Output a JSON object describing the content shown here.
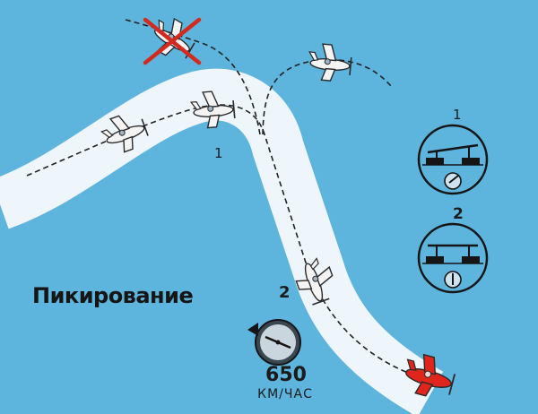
{
  "title": "Пикирование",
  "phase_labels": {
    "first": "1",
    "second": "2"
  },
  "gauge_labels": {
    "first": "1",
    "second": "2"
  },
  "speedometer": {
    "value": "650",
    "unit": "КМ/ЧАС"
  },
  "colors": {
    "sky": "#5db4dd",
    "trail": "#eef6fb",
    "path_line": "#222222",
    "target_plane": "#e0261c",
    "plane_body": "#f4f4f4",
    "strike_mark": "#d42a1e"
  },
  "icons": [
    "white-plane-icon",
    "red-plane-icon",
    "crossed-plane-icon",
    "attitude-indicator-icon",
    "speedometer-icon"
  ]
}
